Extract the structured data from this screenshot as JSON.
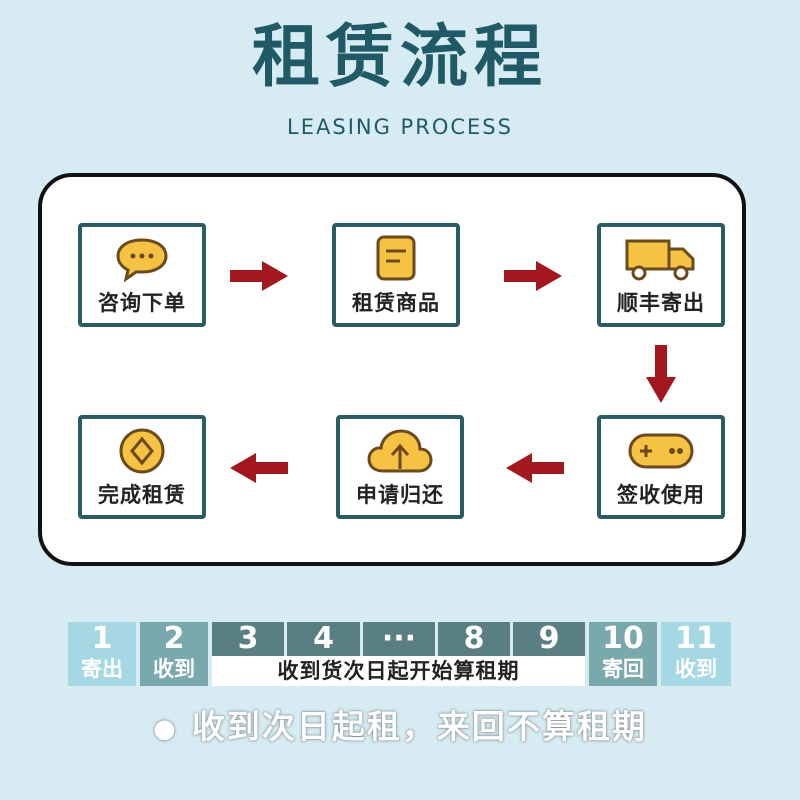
{
  "header": {
    "title": "租赁流程",
    "subtitle": "LEASING PROCESS"
  },
  "steps": [
    {
      "label": "咨询下单",
      "icon": "chat-bubble-icon"
    },
    {
      "label": "租赁商品",
      "icon": "document-icon"
    },
    {
      "label": "顺丰寄出",
      "icon": "truck-icon"
    },
    {
      "label": "签收使用",
      "icon": "gamepad-icon"
    },
    {
      "label": "申请归还",
      "icon": "cloud-upload-icon"
    },
    {
      "label": "完成租赁",
      "icon": "coin-icon"
    }
  ],
  "timeline": {
    "cells": [
      {
        "num": "1",
        "text": "寄出"
      },
      {
        "num": "2",
        "text": "收到"
      },
      {
        "num": "3"
      },
      {
        "num": "4"
      },
      {
        "num": "···"
      },
      {
        "num": "8"
      },
      {
        "num": "9"
      },
      {
        "num": "10",
        "text": "寄回"
      },
      {
        "num": "11",
        "text": "收到"
      }
    ],
    "span_text": "收到货次日起开始算租期"
  },
  "note": {
    "bullet": "●",
    "text": "收到次日起租，来回不算租期"
  },
  "colors": {
    "accent": "#2b5c63",
    "arrow": "#a3181e",
    "icon_yellow": "#f6c243",
    "background": "#d7ecf2"
  }
}
